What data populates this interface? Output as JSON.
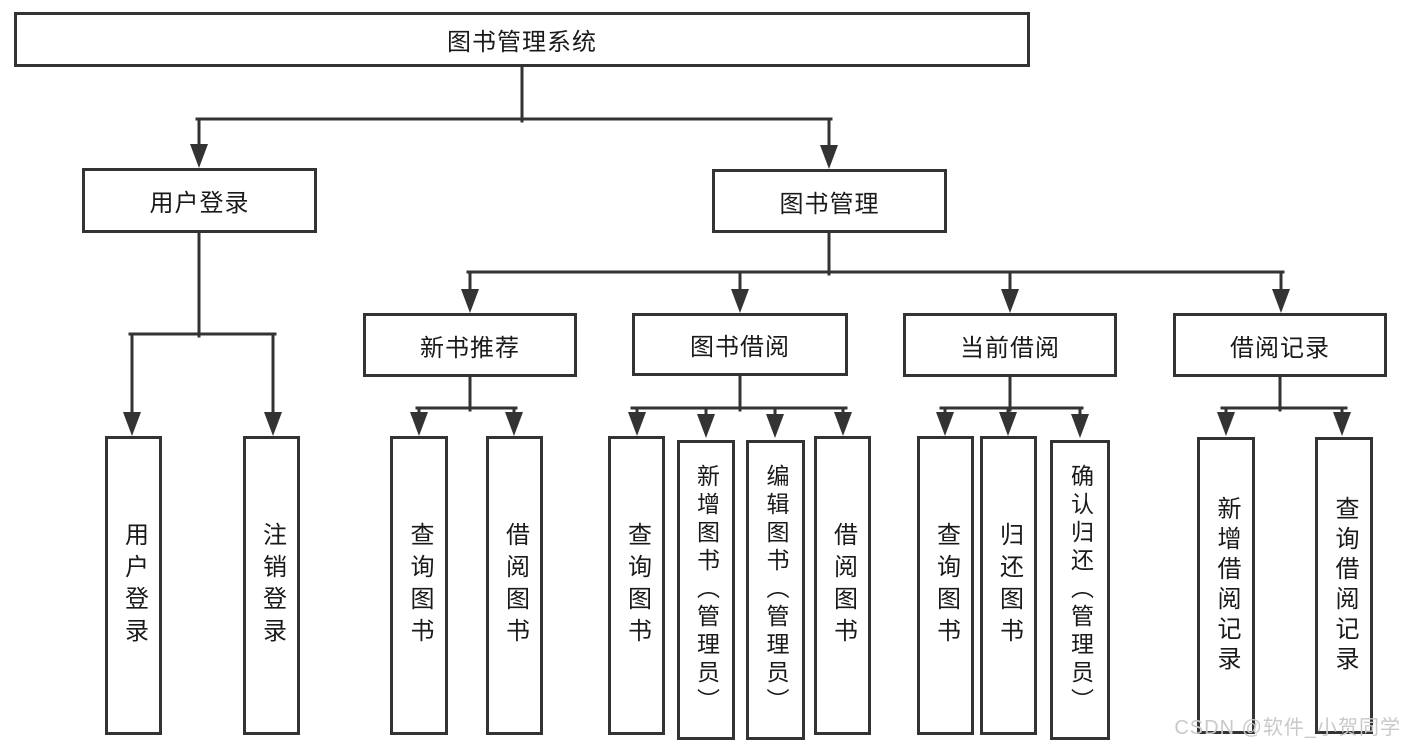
{
  "diagram": {
    "root": {
      "label": "图书管理系统"
    },
    "user_login": {
      "label": "用户登录",
      "children": {
        "login": "用户登录",
        "logout": "注销登录"
      }
    },
    "book_mgmt": {
      "label": "图书管理",
      "sections": {
        "new_book": {
          "label": "新书推荐",
          "children": {
            "query": "查询图书",
            "borrow": "借阅图书"
          }
        },
        "borrow": {
          "label": "图书借阅",
          "children": {
            "query": "查询图书",
            "add": "新增图书（管理员）",
            "edit": "编辑图书（管理员）",
            "borrow": "借阅图书"
          }
        },
        "current": {
          "label": "当前借阅",
          "children": {
            "query": "查询图书",
            "return": "归还图书",
            "confirm": "确认归还（管理员）"
          }
        },
        "records": {
          "label": "借阅记录",
          "children": {
            "add": "新增借阅记录",
            "query": "查询借阅记录"
          }
        }
      }
    }
  },
  "watermark": {
    "text": "CSDN @软件_小贺同学",
    "color": "#c9c9c9"
  },
  "colors": {
    "line": "#333333",
    "box_border": "#333333",
    "text": "#1a1a1a",
    "background": "#ffffff"
  }
}
